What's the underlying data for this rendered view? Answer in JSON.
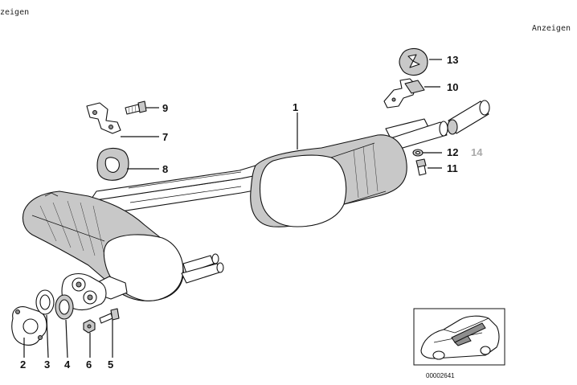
{
  "header": {
    "left_text": "zeigen",
    "right_text": "Anzeigen"
  },
  "diagram": {
    "callouts": [
      {
        "id": "1",
        "label": "1"
      },
      {
        "id": "2",
        "label": "2"
      },
      {
        "id": "3",
        "label": "3"
      },
      {
        "id": "4",
        "label": "4"
      },
      {
        "id": "5",
        "label": "5"
      },
      {
        "id": "6",
        "label": "6"
      },
      {
        "id": "7",
        "label": "7"
      },
      {
        "id": "8",
        "label": "8"
      },
      {
        "id": "9",
        "label": "9"
      },
      {
        "id": "10",
        "label": "10"
      },
      {
        "id": "11",
        "label": "11"
      },
      {
        "id": "12",
        "label": "12"
      },
      {
        "id": "13",
        "label": "13"
      },
      {
        "id": "14",
        "label": "14"
      }
    ],
    "thumbnail_id": "00002641",
    "colors": {
      "line": "#111111",
      "shade": "#c8c8c8",
      "dim_label": "#aaaaaa"
    }
  }
}
